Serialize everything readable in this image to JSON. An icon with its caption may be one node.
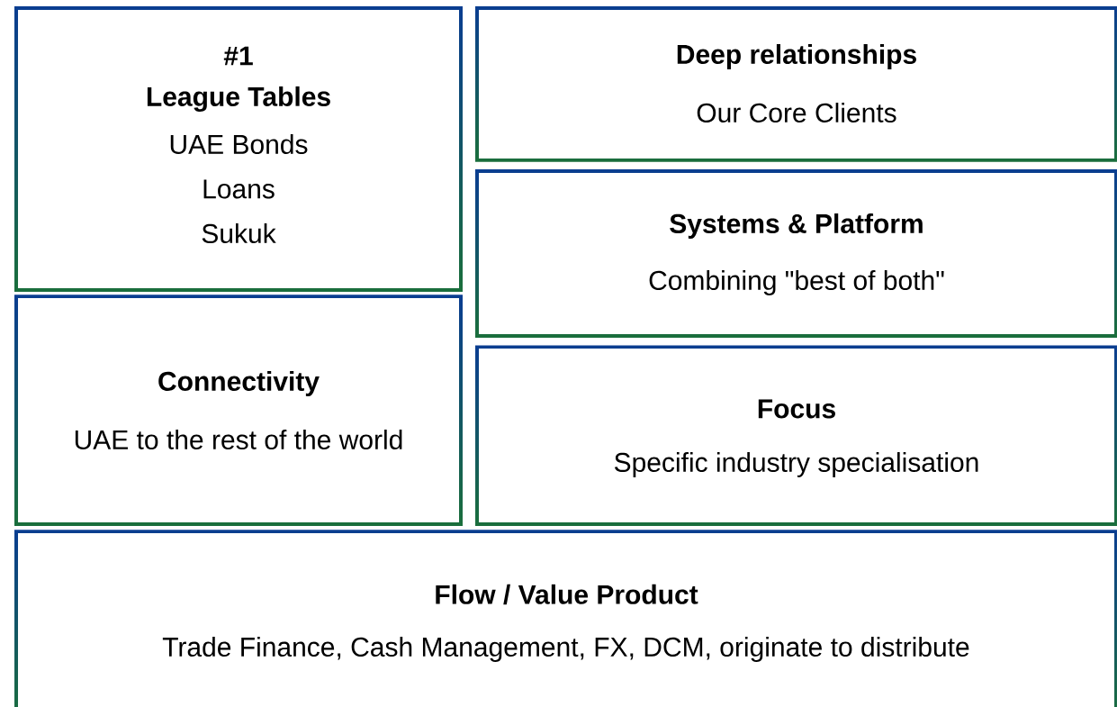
{
  "diagram": {
    "nodes": [
      {
        "text": [
          "#1",
          "League Tables",
          "UAE Bonds",
          "Loans",
          "Sukuk"
        ]
      },
      {
        "text": [
          "Deep relationships",
          "Our Core Clients"
        ]
      },
      {
        "text": [
          "Systems & Platform",
          "Combining \"best of both\""
        ]
      },
      {
        "text": [
          "Connectivity",
          "UAE to the rest of the world"
        ]
      },
      {
        "text": [
          "Focus",
          "Specific industry specialisation"
        ]
      },
      {
        "text": [
          "Flow / Value Product",
          "Trade Finance, Cash Management, FX, DCM, originate to distribute"
        ]
      }
    ]
  }
}
